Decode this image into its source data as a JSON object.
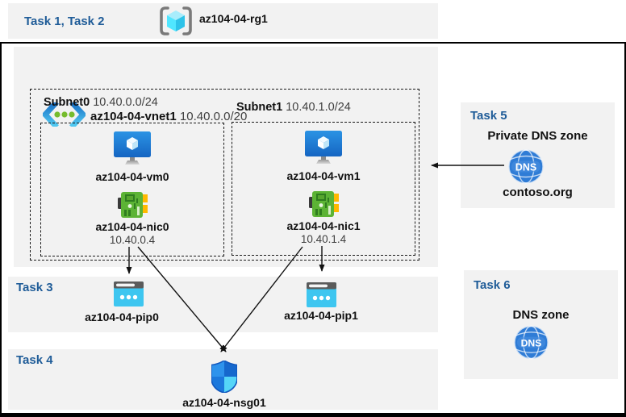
{
  "colors": {
    "task_label": "#1f5c98",
    "panel_gray": "#f2f2f2",
    "frame_black": "#000000",
    "pip_cyan": "#3ec6f0",
    "dns_blue": "#2f7cd6",
    "nic_green": "#5cb335",
    "nsg_blue": "#1e72d6"
  },
  "header": {
    "task_label": "Task 1, Task 2",
    "rg_name": "az104-04-rg1"
  },
  "vnet": {
    "name": "az104-04-vnet1",
    "cidr": "10.40.0.0/20",
    "subnets": [
      {
        "name": "Subnet0",
        "cidr": "10.40.0.0/24",
        "vm": "az104-04-vm0",
        "nic": "az104-04-nic0",
        "ip": "10.40.0.4"
      },
      {
        "name": "Subnet1",
        "cidr": "10.40.1.0/24",
        "vm": "az104-04-vm1",
        "nic": "az104-04-nic1",
        "ip": "10.40.1.4"
      }
    ]
  },
  "task3": {
    "label": "Task 3",
    "pip0": "az104-04-pip0",
    "pip1": "az104-04-pip1"
  },
  "task4": {
    "label": "Task 4",
    "nsg": "az104-04-nsg01"
  },
  "task5": {
    "label": "Task 5",
    "title": "Private DNS zone",
    "zone": "contoso.org",
    "icon_text": "DNS"
  },
  "task6": {
    "label": "Task 6",
    "title": "DNS zone",
    "icon_text": "DNS"
  }
}
